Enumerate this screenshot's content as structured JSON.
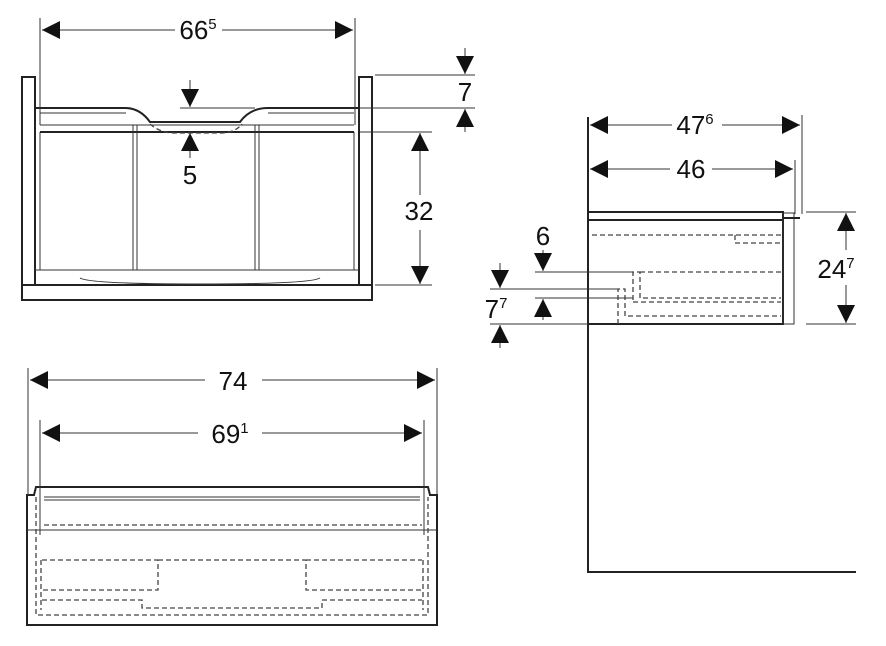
{
  "top_view": {
    "width_inner": {
      "main": "66",
      "sup": "5"
    },
    "top_offset": {
      "main": "7"
    },
    "basin_depth": {
      "main": "5"
    },
    "height": {
      "main": "32"
    }
  },
  "side_view": {
    "depth_overall": {
      "main": "47",
      "sup": "6"
    },
    "depth_body": {
      "main": "46"
    },
    "height": {
      "main": "24",
      "sup": "7"
    },
    "drawer_offset": {
      "main": "6"
    },
    "bottom_offset": {
      "main": "7",
      "sup": "7"
    }
  },
  "front_view": {
    "width_overall": {
      "main": "74"
    },
    "width_body": {
      "main": "69",
      "sup": "1"
    }
  }
}
